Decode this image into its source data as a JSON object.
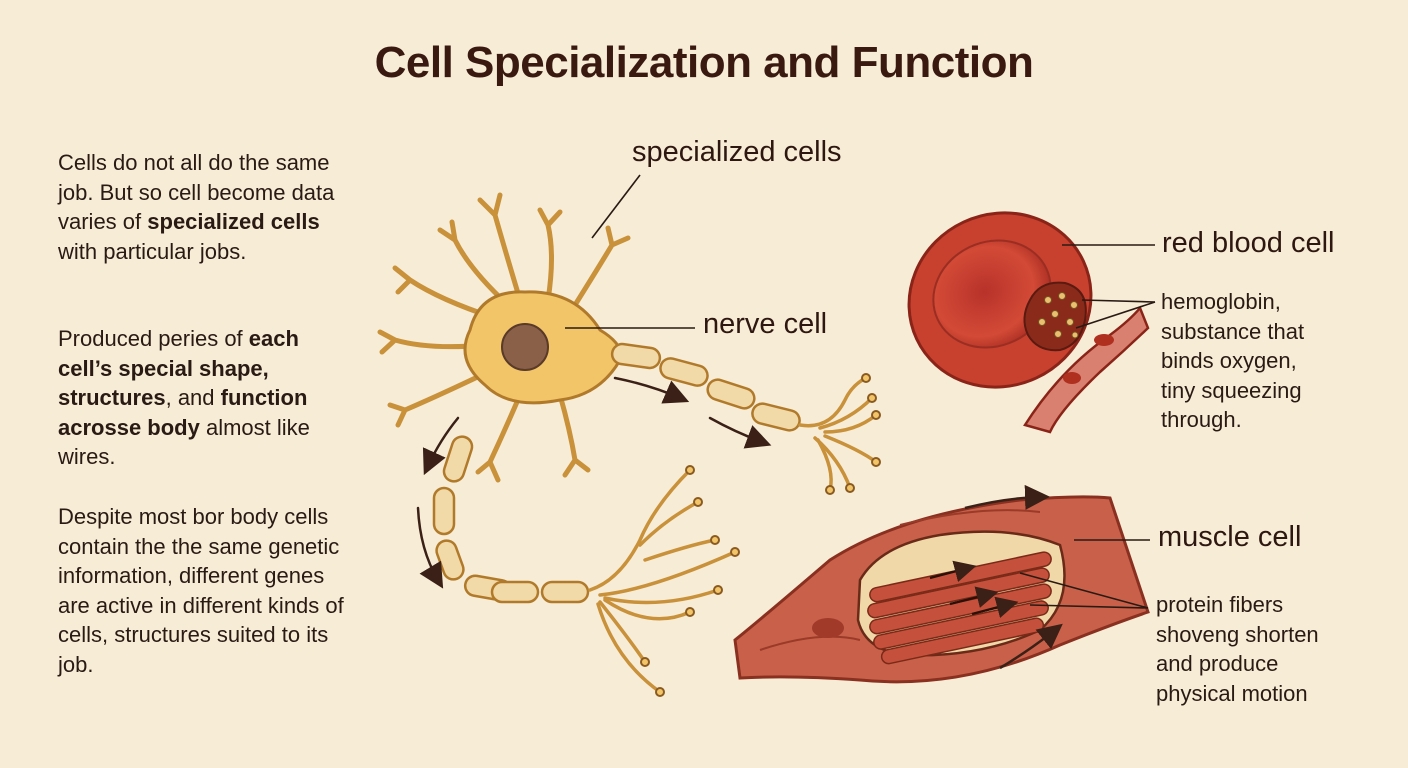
{
  "title": "Cell Specialization and Function",
  "intro": {
    "p1": [
      {
        "text": "Cells do not all do the same job. But so cell become data varies of ",
        "bold": false
      },
      {
        "text": "specialized cells",
        "bold": true
      },
      {
        "text": " with particular jobs.",
        "bold": false
      }
    ],
    "p2": [
      {
        "text": "Produced peries of ",
        "bold": false
      },
      {
        "text": "each cell’s special shape, structures",
        "bold": true
      },
      {
        "text": ", and ",
        "bold": false
      },
      {
        "text": "function acrosse body",
        "bold": true
      },
      {
        "text": " almost like wires.",
        "bold": false
      }
    ],
    "p3": [
      {
        "text": "Despite most bor body cells contain the the same genetic information, different genes are active in different kinds of cells, structures suited to its job.",
        "bold": false
      }
    ]
  },
  "labels": {
    "specialized_cells": "specialized cells",
    "nerve_cell": "nerve cell",
    "red_blood_cell": "red blood cell",
    "muscle_cell": "muscle cell"
  },
  "descriptions": {
    "red_blood_cell": [
      "hemoglobin,",
      "substance that",
      "binds oxygen,",
      "tiny squeezing",
      "through."
    ],
    "muscle_cell": [
      "protein fibers",
      "shoveng shorten",
      "and produce",
      "physical motion"
    ]
  },
  "colors": {
    "background": "#f7ecd6",
    "nerve_fill": "#f0c060",
    "nerve_stroke": "#b07a2a",
    "blood_fill": "#c8402e",
    "muscle_fill": "#c9604a"
  }
}
